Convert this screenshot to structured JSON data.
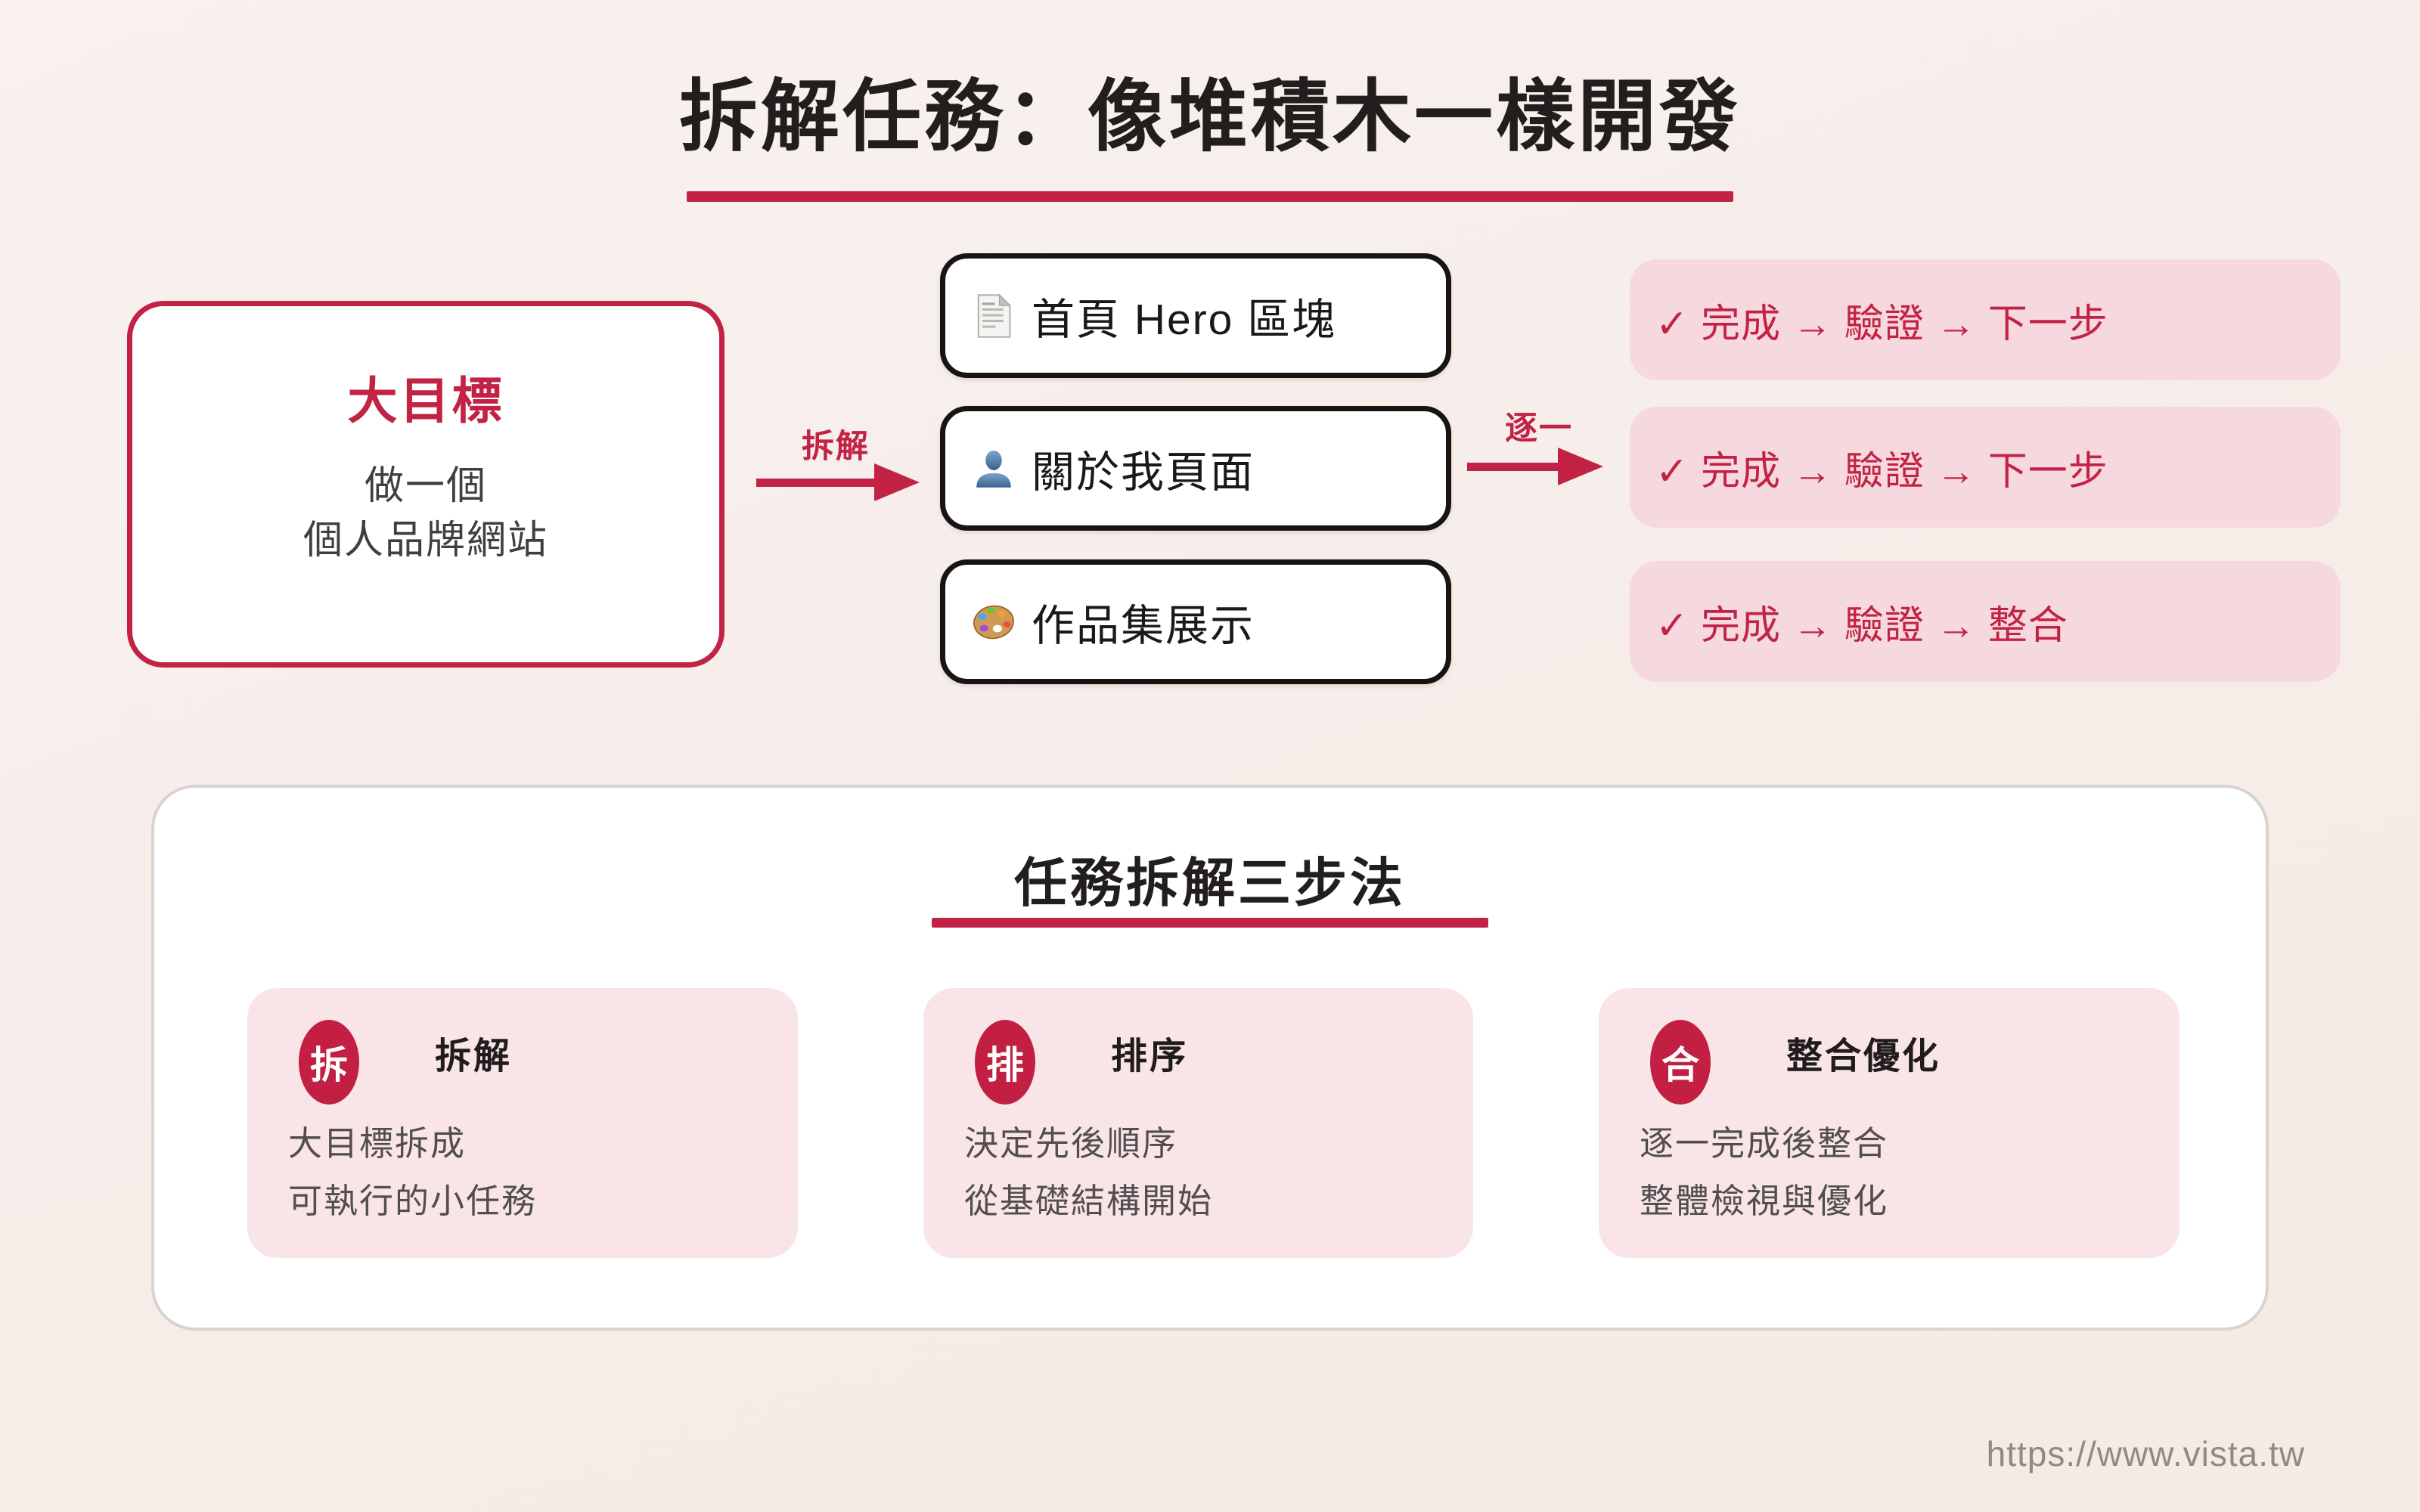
{
  "colors": {
    "accent": "#c22345",
    "background": "#f6ede9",
    "result_pink": "#f6d9de",
    "card_pink": "#f9e4e8",
    "panel_border": "#d9d3d0",
    "task_border": "#181414"
  },
  "title": {
    "text": "拆解任務：像堆積木一樣開發"
  },
  "flow": {
    "goal": {
      "title": "大目標",
      "line1": "做一個",
      "line2": "個人品牌網站"
    },
    "arrow1_label": "拆解",
    "arrow2_label": "逐一",
    "tasks": [
      {
        "icon": "document-icon",
        "label": "首頁 Hero 區塊"
      },
      {
        "icon": "person-icon",
        "label": "關於我頁面"
      },
      {
        "icon": "palette-icon",
        "label": "作品集展示"
      }
    ],
    "results": [
      {
        "text": "✓ 完成 → 驗證 → 下一步"
      },
      {
        "text": "✓ 完成 → 驗證 → 下一步"
      },
      {
        "text": "✓ 完成 → 驗證 → 整合"
      }
    ]
  },
  "method": {
    "title": "任務拆解三步法",
    "steps": [
      {
        "badge": "拆",
        "title": "拆解",
        "line1": "大目標拆成",
        "line2": "可執行的小任務"
      },
      {
        "badge": "排",
        "title": "排序",
        "line1": "決定先後順序",
        "line2": "從基礎結構開始"
      },
      {
        "badge": "合",
        "title": "整合優化",
        "line1": "逐一完成後整合",
        "line2": "整體檢視與優化"
      }
    ]
  },
  "footer": {
    "url": "https://www.vista.tw"
  }
}
